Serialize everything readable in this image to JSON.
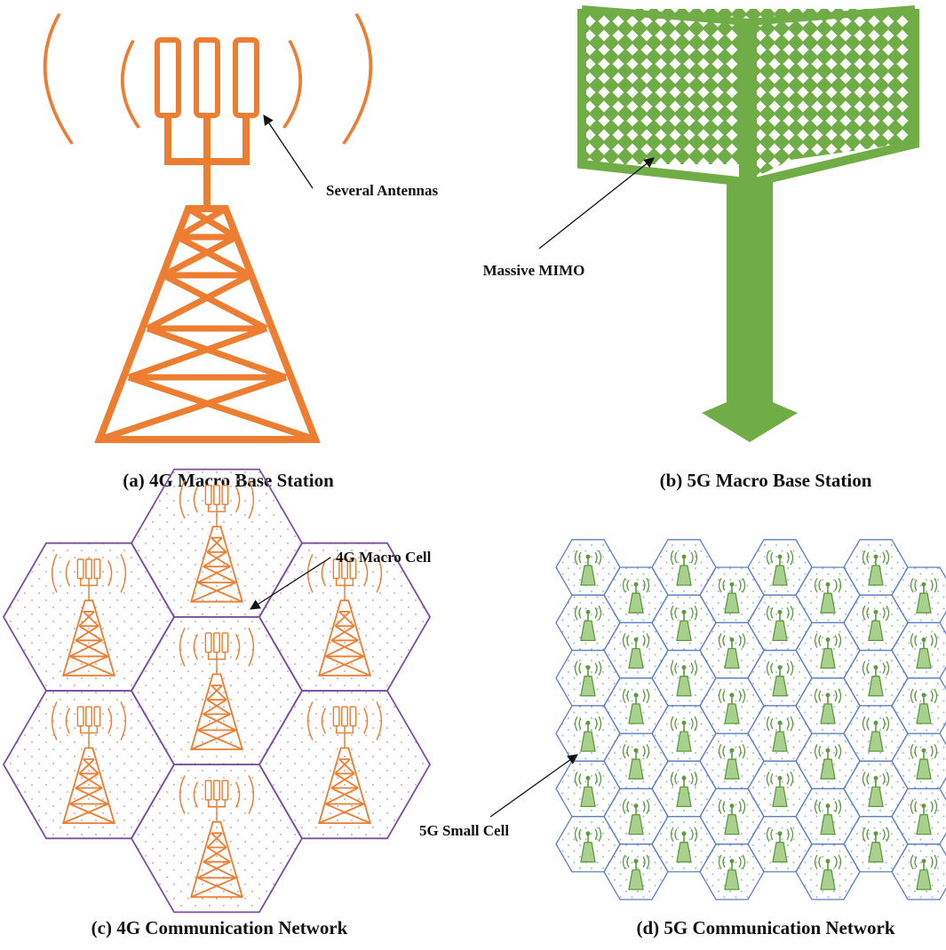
{
  "colors": {
    "tower_4g": "#ed7d31",
    "tower_5g": "#70ad47",
    "hex_4g": "#7a4fa0",
    "hex_5g": "#5b7fc6",
    "dots_4g": "#e3b3c8",
    "dots_5g": "#9ab6e0",
    "small_fill": "#a9d18e",
    "small_stroke": "#5e9b3c",
    "arrow": "#111111"
  },
  "icons": {
    "macro_4g": "lattice-tower-with-three-antennas-icon",
    "macro_5g": "massive-mimo-panel-tower-icon",
    "small_cell": "small-cell-tower-icon"
  },
  "annotations": {
    "several_antennas": "Several Antennas",
    "massive_mimo": "Massive MIMO",
    "macro_cell_4g": "4G Macro Cell",
    "small_cell_5g": "5G Small Cell"
  },
  "captions": {
    "a": "(a) 4G Macro Base Station",
    "b": "(b) 5G Macro Base Station",
    "c": "(c) 4G Communication Network",
    "d": "(d) 5G Communication Network"
  }
}
